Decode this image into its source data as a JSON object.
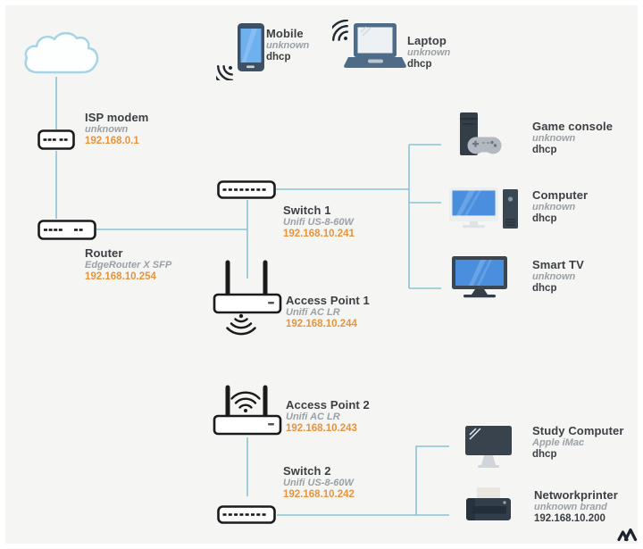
{
  "colors": {
    "background": "#f5f5f4",
    "connection_line": "#8ac3d3",
    "ip_accent": "#e6953e",
    "title_text": "#3c4043",
    "muted_text": "#9aa0a5",
    "cloud_outline": "#a5d4e4"
  },
  "nodes": {
    "internet": {
      "icon": "cloud-icon"
    },
    "isp_modem": {
      "title": "ISP modem",
      "model": "unknown",
      "address": "192.168.0.1"
    },
    "router": {
      "title": "Router",
      "model": "EdgeRouter X SFP",
      "address": "192.168.10.254"
    },
    "switch1": {
      "title": "Switch 1",
      "model": "Unifi US-8-60W",
      "address": "192.168.10.241"
    },
    "access_point1": {
      "title": "Access Point 1",
      "model": "Unifi AC LR",
      "address": "192.168.10.244"
    },
    "mobile": {
      "title": "Mobile",
      "model": "unknown",
      "address": "dhcp"
    },
    "laptop": {
      "title": "Laptop",
      "model": "unknown",
      "address": "dhcp"
    },
    "game_console": {
      "title": "Game console",
      "model": "unknown",
      "address": "dhcp"
    },
    "computer": {
      "title": "Computer",
      "model": "unknown",
      "address": "dhcp"
    },
    "smart_tv": {
      "title": "Smart TV",
      "model": "unknown",
      "address": "dhcp"
    },
    "access_point2": {
      "title": "Access Point 2",
      "model": "Unifi AC LR",
      "address": "192.168.10.243"
    },
    "switch2": {
      "title": "Switch 2",
      "model": "Unifi US-8-60W",
      "address": "192.168.10.242"
    },
    "study_computer": {
      "title": "Study Computer",
      "model": "Apple iMac",
      "address": "dhcp"
    },
    "networkprinter": {
      "title": "Networkprinter",
      "model": "unknown brand",
      "address": "192.168.10.200"
    }
  }
}
